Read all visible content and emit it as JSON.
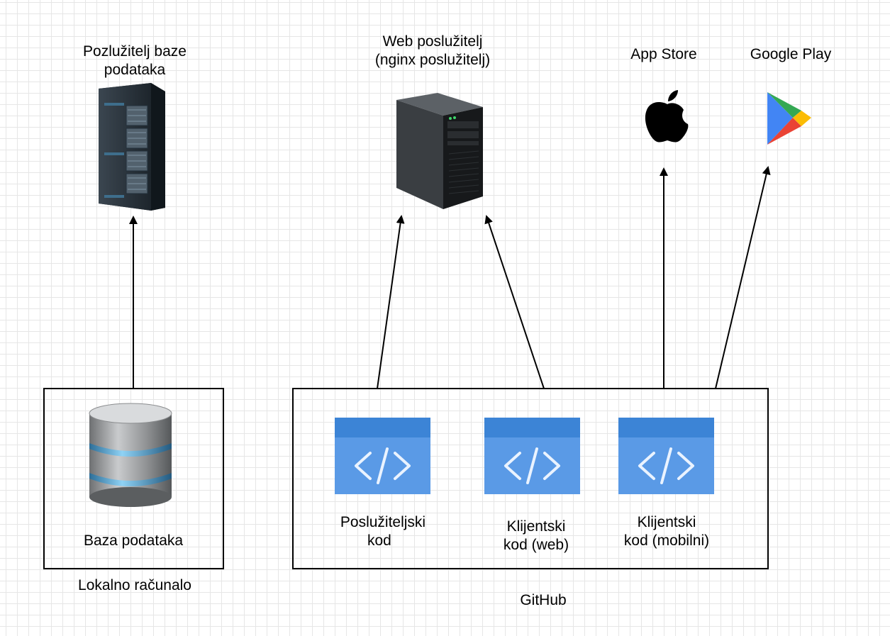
{
  "nodes": {
    "db_server": {
      "label_line1": "Pozlužitelj baze",
      "label_line2": "podataka",
      "icon": "server-rack-icon"
    },
    "web_server": {
      "label_line1": "Web poslužitelj",
      "label_line2": "(nginx poslužitelj)",
      "icon": "tower-server-icon"
    },
    "app_store": {
      "label": "App Store",
      "icon": "apple-logo-icon"
    },
    "google_play": {
      "label": "Google Play",
      "icon": "google-play-logo-icon"
    },
    "database": {
      "label": "Baza podataka",
      "icon": "database-cylinder-icon"
    },
    "server_code": {
      "label_line1": "Poslužiteljski",
      "label_line2": "kod",
      "icon": "code-window-icon"
    },
    "client_web": {
      "label_line1": "Klijentski",
      "label_line2": "kod (web)",
      "icon": "code-window-icon"
    },
    "client_mobile": {
      "label_line1": "Klijentski",
      "label_line2": "kod (mobilni)",
      "icon": "code-window-icon"
    }
  },
  "groups": {
    "local": {
      "label": "Lokalno računalo"
    },
    "github": {
      "label": "GitHub"
    }
  },
  "edges": [
    {
      "from": "database",
      "to": "db_server"
    },
    {
      "from": "github",
      "to": "web_server"
    },
    {
      "from": "github",
      "to": "web_server"
    },
    {
      "from": "github",
      "to": "app_store"
    },
    {
      "from": "github",
      "to": "google_play"
    }
  ]
}
